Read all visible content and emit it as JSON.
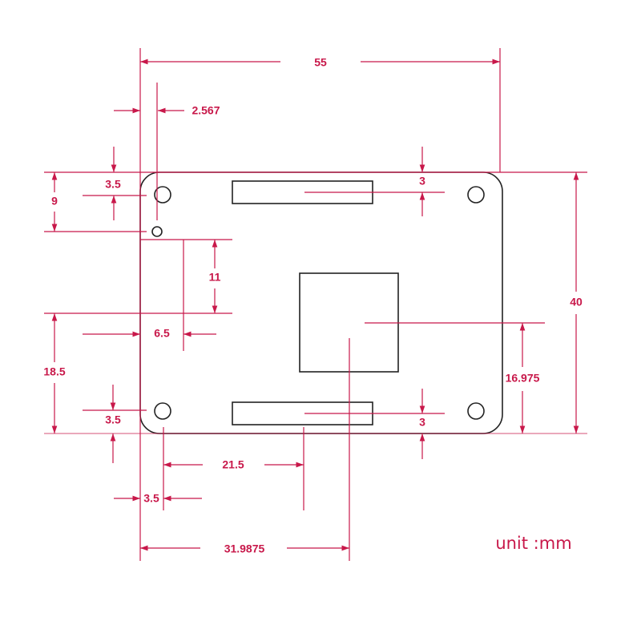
{
  "title": "Board mechanical dimensions",
  "unit_label": "unit :mm",
  "accent_color": "#c8184a",
  "dimensions": {
    "overall_width": "55",
    "overall_height": "40",
    "small_hole_offset_x": "2.567",
    "top_hole_offset_y": "3.5",
    "small_hole_offset_y": "9",
    "side_gap_height": "11",
    "side_gap_depth": "6.5",
    "side_gap_bottom_offset": "18.5",
    "bottom_hole_offset_y": "3.5",
    "connector_offset_x": "21.5",
    "bottom_hole_offset_x": "3.5",
    "chip_center_x": "31.9875",
    "chip_center_y": "16.975",
    "top_connector_offset": "3",
    "bottom_connector_offset": "3"
  }
}
